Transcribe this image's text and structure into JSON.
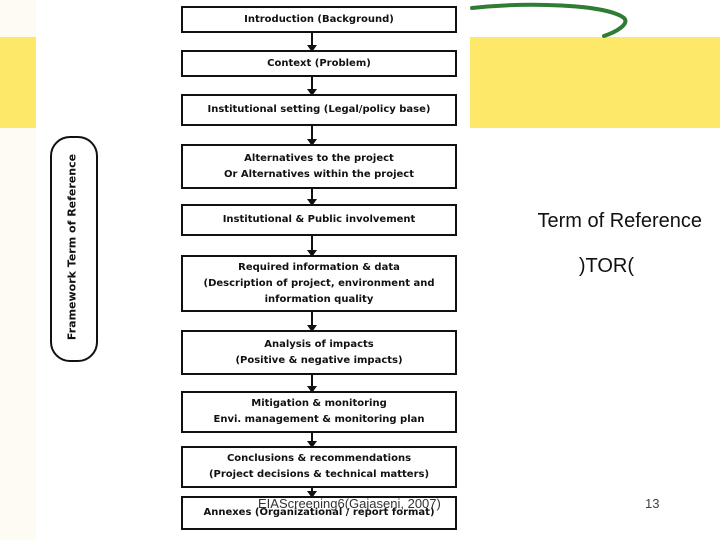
{
  "diagram": {
    "frame_label": "Framework Term of Reference",
    "steps": [
      {
        "lines": [
          "Introduction (Background)"
        ]
      },
      {
        "lines": [
          "Context (Problem)"
        ]
      },
      {
        "lines": [
          "Institutional setting (Legal/policy base)"
        ]
      },
      {
        "lines": [
          "Alternatives to the project",
          "Or Alternatives within the project"
        ]
      },
      {
        "lines": [
          "Institutional & Public involvement"
        ]
      },
      {
        "lines": [
          "Required information & data",
          "(Description of project, environment and",
          "information quality"
        ]
      },
      {
        "lines": [
          "Analysis of impacts",
          "(Positive & negative impacts)"
        ]
      },
      {
        "lines": [
          "Mitigation & monitoring",
          "Envi. management & monitoring plan"
        ]
      },
      {
        "lines": [
          "Conclusions & recommendations",
          "(Project decisions & technical matters)"
        ]
      },
      {
        "lines": [
          "Annexes (Organizational / report format)"
        ]
      }
    ]
  },
  "heading": {
    "line1": "Term of Reference",
    "line2": ")TOR("
  },
  "footer": {
    "source": "EIAScreening6(Gajaseni, 2007)",
    "page_number": "13"
  },
  "colors": {
    "accent_band": "#fde869",
    "swoosh": "#2e7d32"
  }
}
